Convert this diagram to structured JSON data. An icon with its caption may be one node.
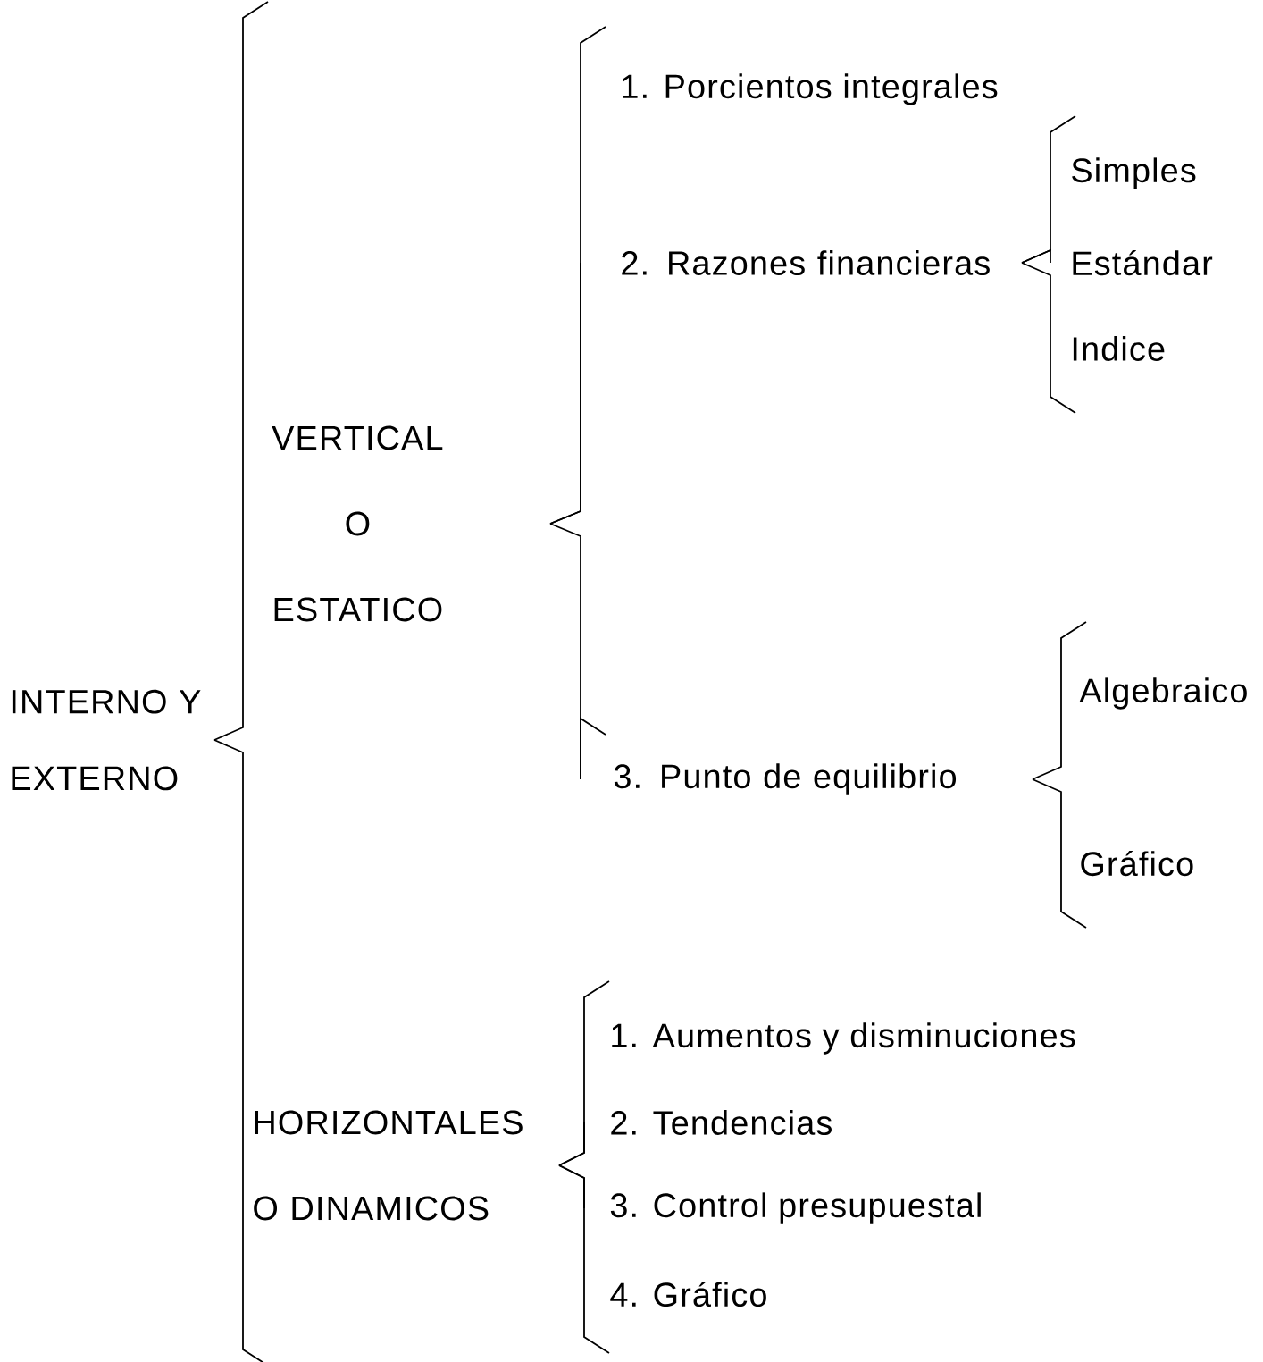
{
  "diagram": {
    "nodes": [
      {
        "text": [
          "INTERNO Y EXTERNO"
        ]
      },
      {
        "text": [
          "VERTICAL O ESTATICO"
        ]
      },
      {
        "text": [
          "1. Porcientos integrales"
        ]
      },
      {
        "text": [
          "2. Razones financieras"
        ]
      },
      {
        "text": [
          "Simples"
        ]
      },
      {
        "text": [
          "Estándar"
        ]
      },
      {
        "text": [
          "Indice"
        ]
      },
      {
        "text": [
          "3. Punto de equilibrio"
        ]
      },
      {
        "text": [
          "Algebraico"
        ]
      },
      {
        "text": [
          "Gráfico"
        ]
      },
      {
        "text": [
          "HORIZONTALES O DINAMICOS"
        ]
      },
      {
        "text": [
          "1. Aumentos y disminuciones"
        ]
      },
      {
        "text": [
          "2. Tendencias"
        ]
      },
      {
        "text": [
          "3. Control presupuestal"
        ]
      },
      {
        "text": [
          "4. Gráfico"
        ]
      }
    ],
    "edges": [
      {
        "from": 0,
        "to": 1,
        "arrow": "none"
      },
      {
        "from": 0,
        "to": 10,
        "arrow": "none"
      },
      {
        "from": 1,
        "to": 2,
        "arrow": "none"
      },
      {
        "from": 1,
        "to": 3,
        "arrow": "none"
      },
      {
        "from": 1,
        "to": 7,
        "arrow": "none"
      },
      {
        "from": 3,
        "to": 4,
        "arrow": "none"
      },
      {
        "from": 3,
        "to": 5,
        "arrow": "none"
      },
      {
        "from": 3,
        "to": 6,
        "arrow": "none"
      },
      {
        "from": 7,
        "to": 8,
        "arrow": "none"
      },
      {
        "from": 7,
        "to": 9,
        "arrow": "none"
      },
      {
        "from": 10,
        "to": 11,
        "arrow": "none"
      },
      {
        "from": 10,
        "to": 12,
        "arrow": "none"
      },
      {
        "from": 10,
        "to": 13,
        "arrow": "none"
      },
      {
        "from": 10,
        "to": 14,
        "arrow": "none"
      }
    ]
  }
}
